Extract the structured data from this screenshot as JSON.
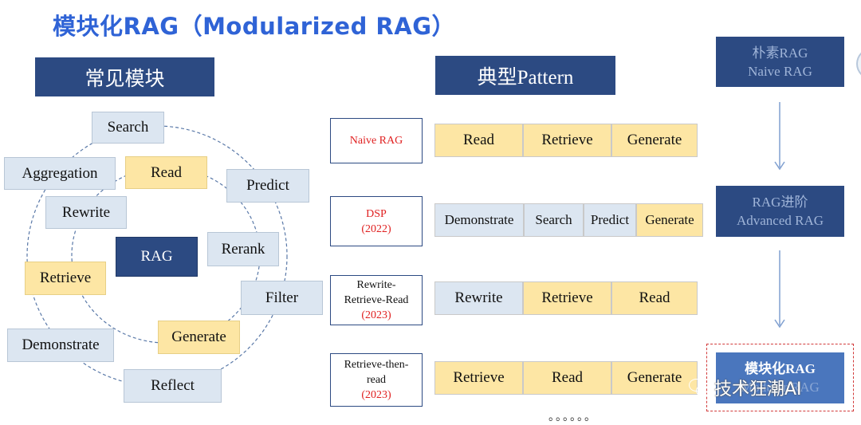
{
  "title": "模块化RAG（Modularized RAG）",
  "headers": {
    "modules": "常见模块",
    "pattern": "典型Pattern"
  },
  "modules": {
    "search": "Search",
    "aggregation": "Aggregation",
    "read": "Read",
    "predict": "Predict",
    "rewrite": "Rewrite",
    "rag": "RAG",
    "rerank": "Rerank",
    "retrieve": "Retrieve",
    "filter": "Filter",
    "generate": "Generate",
    "demonstrate": "Demonstrate",
    "reflect": "Reflect"
  },
  "patterns": [
    {
      "label": "Naive RAG",
      "year": "",
      "steps": [
        "Read",
        "Retrieve",
        "Generate"
      ]
    },
    {
      "label": "DSP",
      "year": "(2022)",
      "steps": [
        "Demonstrate",
        "Search",
        "Predict",
        "Generate"
      ]
    },
    {
      "label": "Rewrite-\nRetrieve-Read",
      "year": "(2023)",
      "steps": [
        "Rewrite",
        "Retrieve",
        "Read"
      ]
    },
    {
      "label": "Retrieve-then-\nread",
      "year": "(2023)",
      "steps": [
        "Retrieve",
        "Read",
        "Generate"
      ]
    }
  ],
  "ellipsis": "。。。。。。",
  "evolution": {
    "naive": {
      "zh": "朴素RAG",
      "en": "Naive RAG"
    },
    "advanced": {
      "zh": "RAG进阶",
      "en": "Advanced RAG"
    },
    "modular": {
      "zh": "模块化RAG",
      "en": "Modular RAG"
    }
  },
  "watermark": "技术狂潮AI",
  "colors": {
    "title": "#2f63d6",
    "header": "#2c4a82",
    "yellow": "#fde6a4",
    "blue": "#dce6f1",
    "red": "#e02020"
  }
}
